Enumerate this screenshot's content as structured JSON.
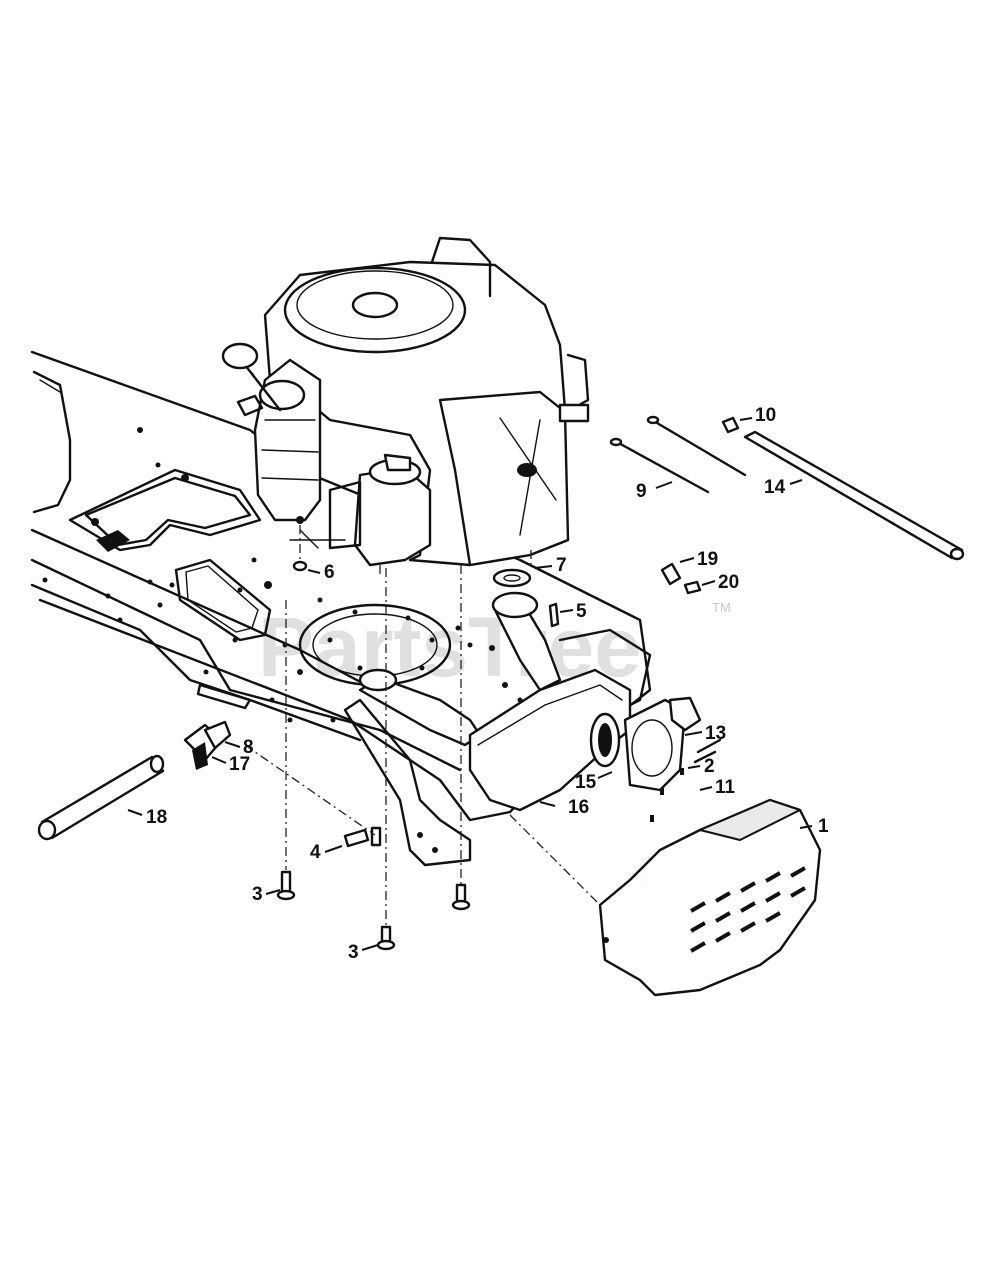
{
  "watermark": {
    "text": "PartsTree",
    "trademark": "TM"
  },
  "callouts": {
    "c1": "1",
    "c2": "2",
    "c3a": "3",
    "c3b": "3",
    "c4": "4",
    "c5": "5",
    "c6": "6",
    "c7": "7",
    "c8": "8",
    "c9": "9",
    "c10": "10",
    "c11": "11",
    "c13": "13",
    "c14": "14",
    "c15": "15",
    "c16": "16",
    "c17": "17",
    "c18": "18",
    "c19": "19",
    "c20": "20"
  }
}
